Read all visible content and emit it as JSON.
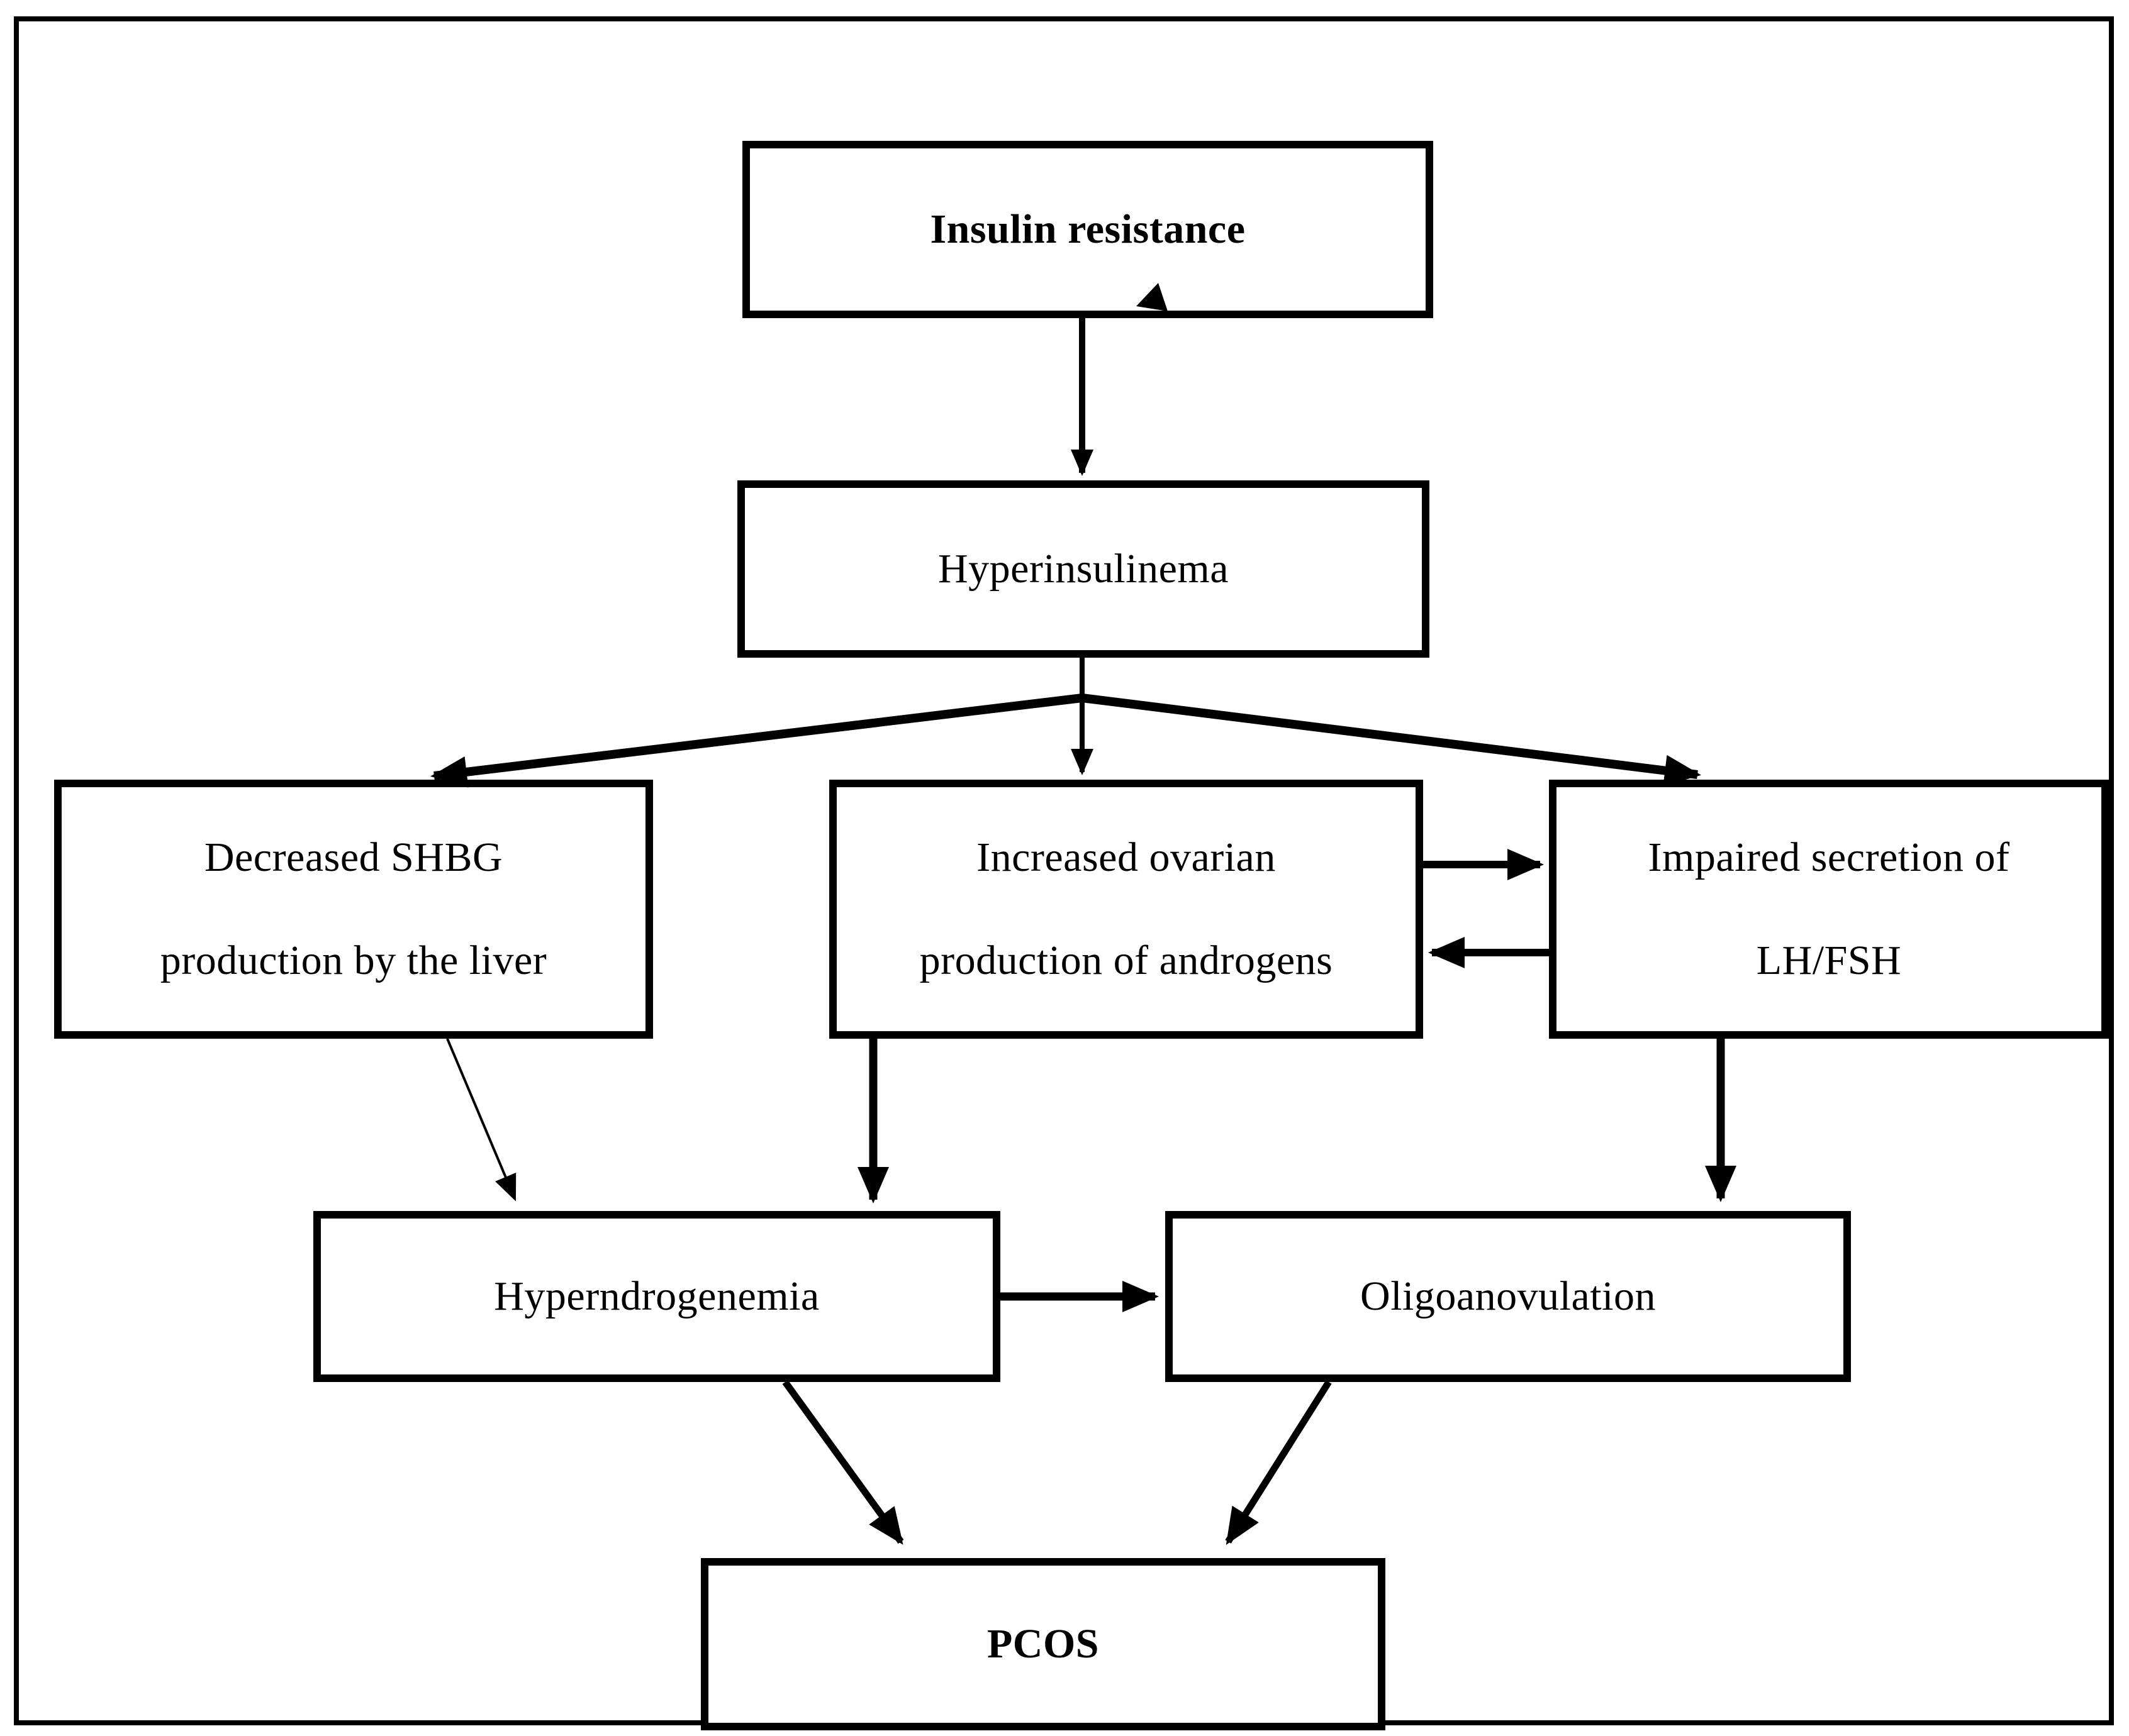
{
  "figure": {
    "type": "flowchart",
    "background": "#ffffff",
    "ink": "#000000",
    "boxes": {
      "insulin_resistance": {
        "label": "Insulin resistance",
        "bold": true
      },
      "hyperinsulinema": {
        "label": "Hyperinsulinema",
        "bold": false
      },
      "shbg": {
        "line1": "Decreased SHBG",
        "line2": "production by the liver",
        "bold": false
      },
      "ovarian_androgens": {
        "line1": "Increased ovarian",
        "line2": "production of androgens",
        "bold": false
      },
      "lh_fsh": {
        "line1": "Impaired secretion of",
        "line2": "LH/FSH",
        "bold": false
      },
      "hyperandrogenemia": {
        "label": "Hyperndrogenemia",
        "bold": false
      },
      "oligoanovulation": {
        "label": "Oligoanovulation",
        "bold": false
      },
      "pcos": {
        "label": "PCOS",
        "bold": true
      }
    },
    "edges": [
      {
        "from": "insulin_resistance",
        "to": "hyperinsulinema",
        "style": "thick"
      },
      {
        "from": "hyperinsulinema",
        "to": "shbg",
        "style": "thick-diagonal"
      },
      {
        "from": "hyperinsulinema",
        "to": "ovarian_androgens",
        "style": "thin-vertical"
      },
      {
        "from": "hyperinsulinema",
        "to": "lh_fsh",
        "style": "thick-diagonal"
      },
      {
        "from": "ovarian_androgens",
        "to": "lh_fsh",
        "style": "thick"
      },
      {
        "from": "lh_fsh",
        "to": "ovarian_androgens",
        "style": "thick"
      },
      {
        "from": "shbg",
        "to": "hyperandrogenemia",
        "style": "thin-diagonal"
      },
      {
        "from": "ovarian_androgens",
        "to": "hyperandrogenemia",
        "style": "thick"
      },
      {
        "from": "lh_fsh",
        "to": "oligoanovulation",
        "style": "thick"
      },
      {
        "from": "hyperandrogenemia",
        "to": "oligoanovulation",
        "style": "thick"
      },
      {
        "from": "hyperandrogenemia",
        "to": "pcos",
        "style": "thick-diagonal"
      },
      {
        "from": "oligoanovulation",
        "to": "pcos",
        "style": "thick-diagonal"
      }
    ]
  }
}
